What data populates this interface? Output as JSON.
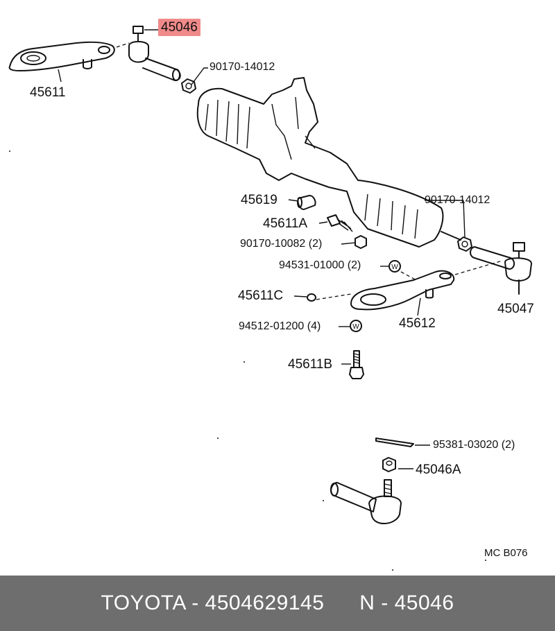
{
  "diagram": {
    "labels": {
      "p45046": "45046",
      "p45611": "45611",
      "p90170_14012_a": "90170-14012",
      "p90170_14012_b": "90170-14012",
      "p45619": "45619",
      "p45611A": "45611A",
      "p90170_10082": "90170-10082 (2)",
      "p94531_01000": "94531-01000 (2)",
      "p45611C": "45611C",
      "p94512_01200": "94512-01200 (4)",
      "p45612": "45612",
      "p45047": "45047",
      "p45611B": "45611B",
      "p95381_03020": "95381-03020 (2)",
      "p45046A": "45046A",
      "ref_code": "MC B076"
    },
    "highlight_color": "#f08a8a"
  },
  "footer": {
    "brand": "TOYOTA",
    "separator": "-",
    "part_number": "4504629145",
    "n_prefix": "N",
    "n_value": "45046",
    "background": "#6e6e6e"
  }
}
